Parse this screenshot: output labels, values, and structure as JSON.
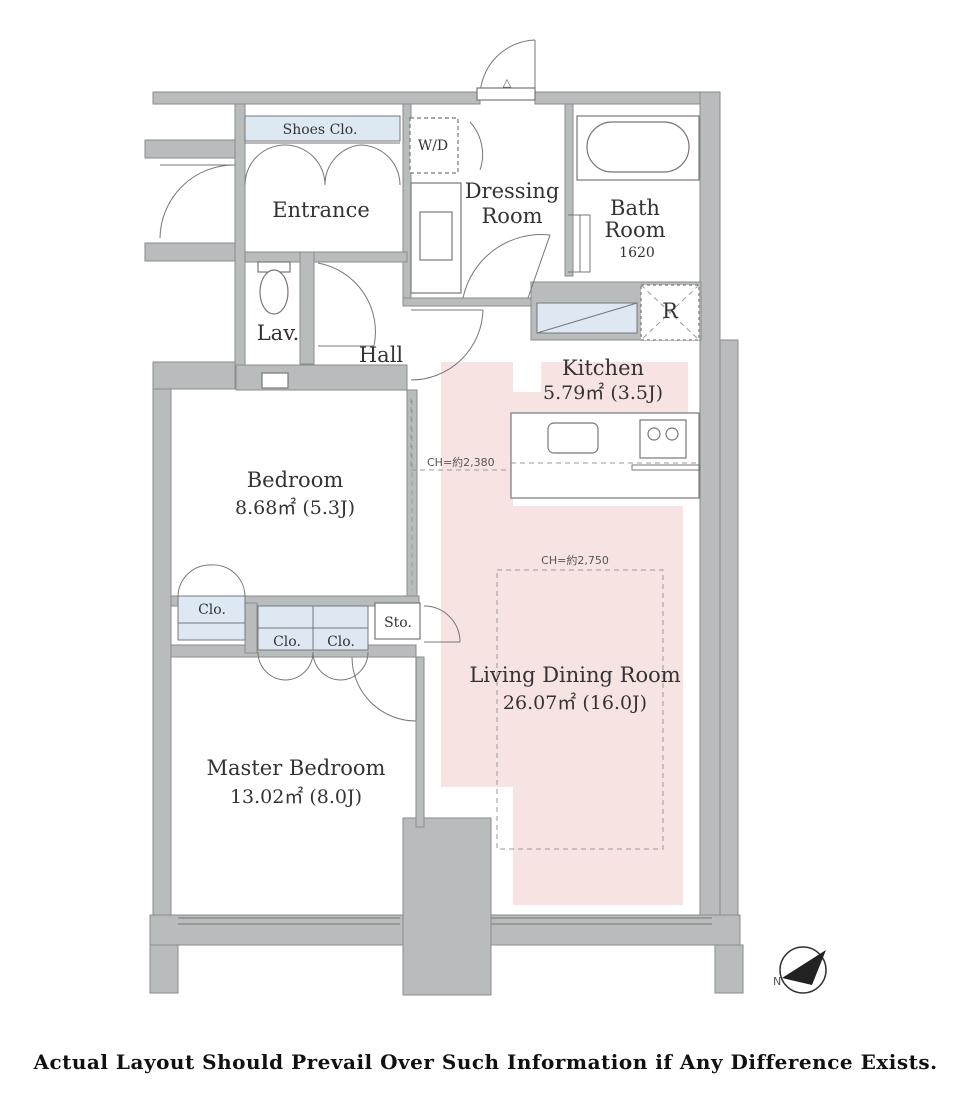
{
  "rooms": {
    "shoes": "Shoes Clo.",
    "wd": "W/D",
    "entrance": "Entrance",
    "dressing_1": "Dressing",
    "dressing_2": "Room",
    "bath_1": "Bath",
    "bath_2": "Room",
    "bath_size": "1620",
    "lav": "Lav.",
    "hall": "Hall",
    "r": "R",
    "kitchen": "Kitchen",
    "kitchen_area": "5.79㎡ (3.5J)",
    "bedroom": "Bedroom",
    "bedroom_area": "8.68㎡ (5.3J)",
    "clo_bed": "Clo.",
    "clo_master_1": "Clo.",
    "clo_master_2": "Clo.",
    "sto": "Sto.",
    "living": "Living Dining Room",
    "living_area": "26.07㎡ (16.0J)",
    "master": "Master Bedroom",
    "master_area": "13.02㎡ (8.0J)"
  },
  "ceiling": {
    "ch_kitchen": "CH=約2,380",
    "ch_living": "CH=約2,750"
  },
  "compass": {
    "letter": "N",
    "icon": "compass-icon"
  },
  "colors": {
    "wall": "#b9bcbc",
    "living_highlight": "#f8e3e3",
    "closet": "#dde8f3"
  },
  "footer": "Actual Layout Should Prevail Over Such Information if Any Difference Exists."
}
